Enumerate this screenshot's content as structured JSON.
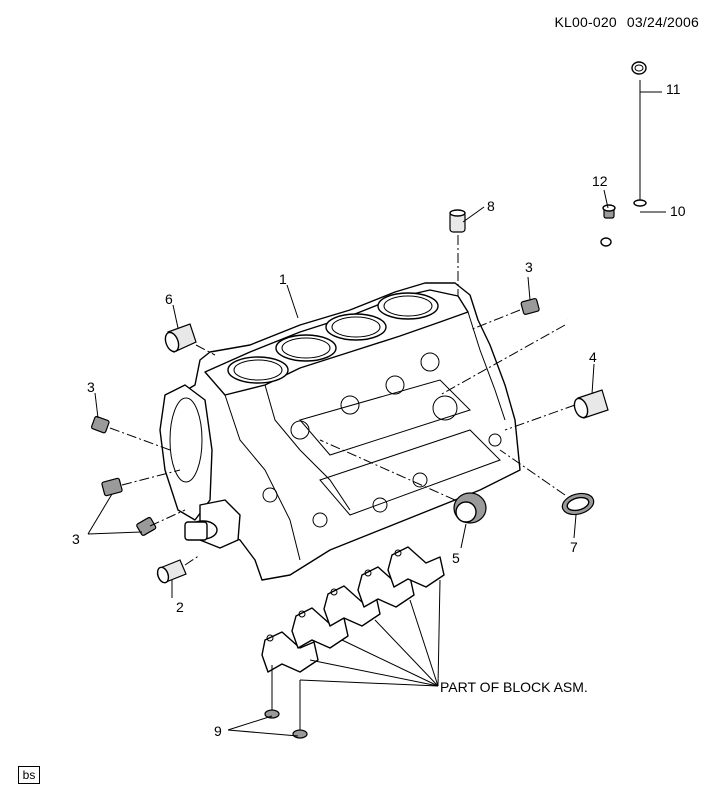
{
  "header": {
    "code": "KL00-020",
    "date": "03/24/2006"
  },
  "footer": {
    "badge": "bs"
  },
  "callouts": {
    "c1": "1",
    "c2": "2",
    "c3a": "3",
    "c3b": "3",
    "c3c": "3",
    "c4": "4",
    "c5": "5",
    "c6": "6",
    "c7": "7",
    "c8": "8",
    "c9": "9",
    "c10": "10",
    "c11": "11",
    "c12": "12"
  },
  "note": "PART OF BLOCK ASM."
}
